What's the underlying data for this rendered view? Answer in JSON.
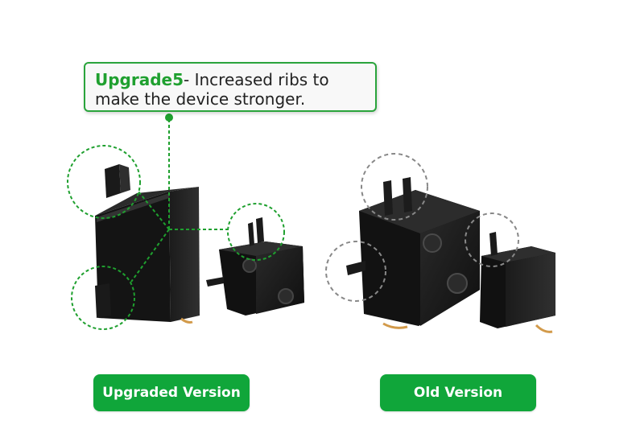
{
  "callout": {
    "highlight": "Upgrade5",
    "text": "- Increased ribs to make the device stronger."
  },
  "labels": {
    "upgraded": "Upgraded  Version",
    "old": "Old Version"
  },
  "colors": {
    "accent_green": "#10a63a",
    "callout_border": "#2aa43c",
    "dashed_grey": "#888888"
  }
}
